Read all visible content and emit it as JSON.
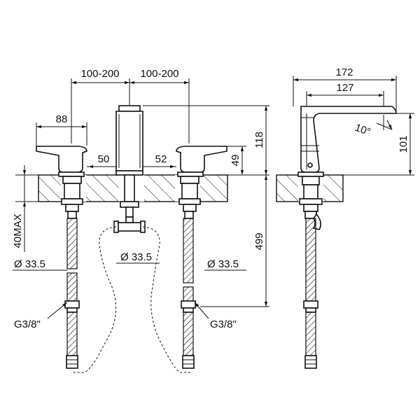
{
  "dimensions": {
    "spacing_left": "100-200",
    "spacing_right": "100-200",
    "handle_reach": "88",
    "spout_offset_left": "50",
    "spout_offset_right": "52",
    "handle_height": "49",
    "spout_height": "118",
    "deck_thickness": "40MAX",
    "diameter_left": "Ø 33.5",
    "diameter_center": "Ø 33.5",
    "diameter_right": "Ø 33.5",
    "hose_length": "499",
    "thread_left": "G3/8\"",
    "thread_right": "G3/8\"",
    "side_total_length": "172",
    "side_spout_length": "127",
    "side_angle": "10°",
    "side_height": "101"
  },
  "colors": {
    "line": "#111111",
    "background": "#ffffff"
  }
}
